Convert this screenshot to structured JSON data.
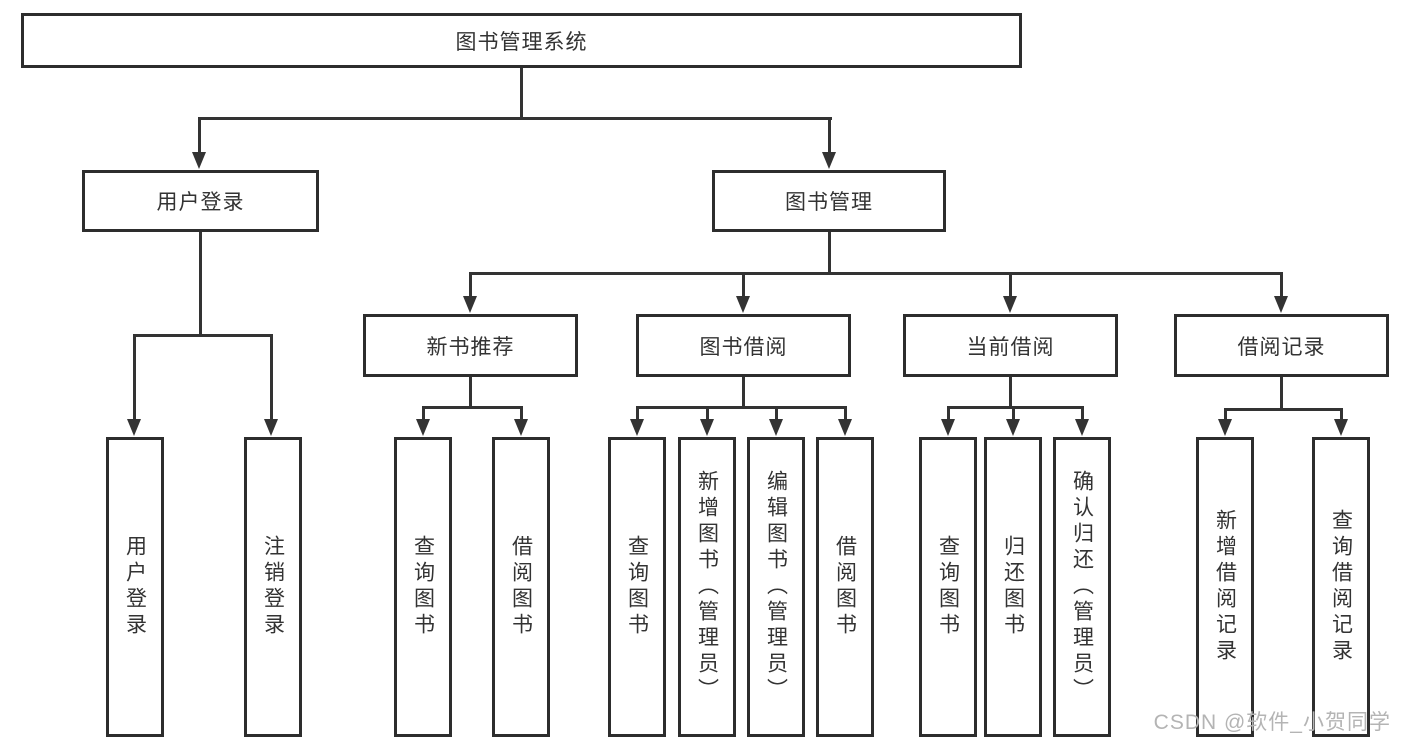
{
  "nodes": {
    "root": "图书管理系统",
    "user_login_group": "用户登录",
    "book_management": "图书管理",
    "new_book_recommend": "新书推荐",
    "book_borrowing": "图书借阅",
    "current_borrowing": "当前借阅",
    "borrowing_records": "借阅记录",
    "user_login": "用户登录",
    "logout_login": "注销登录",
    "recommend_query_book": "查询图书",
    "recommend_borrow_book": "借阅图书",
    "borrowing_query_book": "查询图书",
    "borrowing_add_book": "新增图书（管理员）",
    "borrowing_edit_book": "编辑图书（管理员）",
    "borrowing_borrow_book": "借阅图书",
    "current_query_book": "查询图书",
    "current_return_book": "归还图书",
    "current_confirm_return": "确认归还（管理员）",
    "records_add_record": "新增借阅记录",
    "records_query_record": "查询借阅记录"
  },
  "hierarchy": {
    "图书管理系统": {
      "用户登录": [
        "用户登录",
        "注销登录"
      ],
      "图书管理": {
        "新书推荐": [
          "查询图书",
          "借阅图书"
        ],
        "图书借阅": [
          "查询图书",
          "新增图书（管理员）",
          "编辑图书（管理员）",
          "借阅图书"
        ],
        "当前借阅": [
          "查询图书",
          "归还图书",
          "确认归还（管理员）"
        ],
        "借阅记录": [
          "新增借阅记录",
          "查询借阅记录"
        ]
      }
    }
  },
  "watermark": "CSDN @软件_小贺同学",
  "colors": {
    "line": "#333333",
    "box_border": "#2d2d2d",
    "box_fill": "#ffffff",
    "text": "#333333",
    "watermark": "#b4b4b4",
    "background": "#ffffff"
  }
}
